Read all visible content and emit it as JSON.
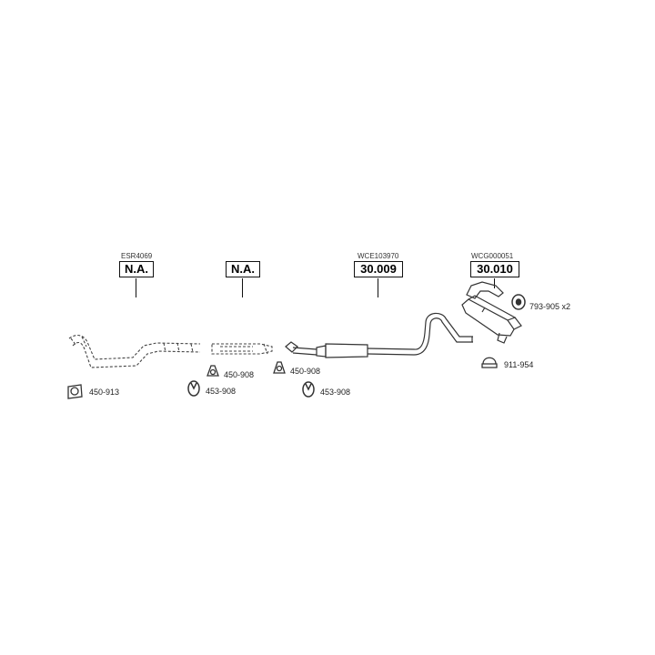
{
  "assemblies": [
    {
      "ref": "ESR4069",
      "part": "N.A."
    },
    {
      "ref": "",
      "part": "N.A."
    },
    {
      "ref": "WCE103970",
      "part": "30.009"
    },
    {
      "ref": "WCG000051",
      "part": "30.010"
    }
  ],
  "fittings": {
    "gasket_front": "450-913",
    "gasket_a": "450-908",
    "hanger_a": "453-908",
    "gasket_b": "450-908",
    "hanger_b": "453-908",
    "clamp": "911-954",
    "hanger_rear": "793-905 x2"
  }
}
